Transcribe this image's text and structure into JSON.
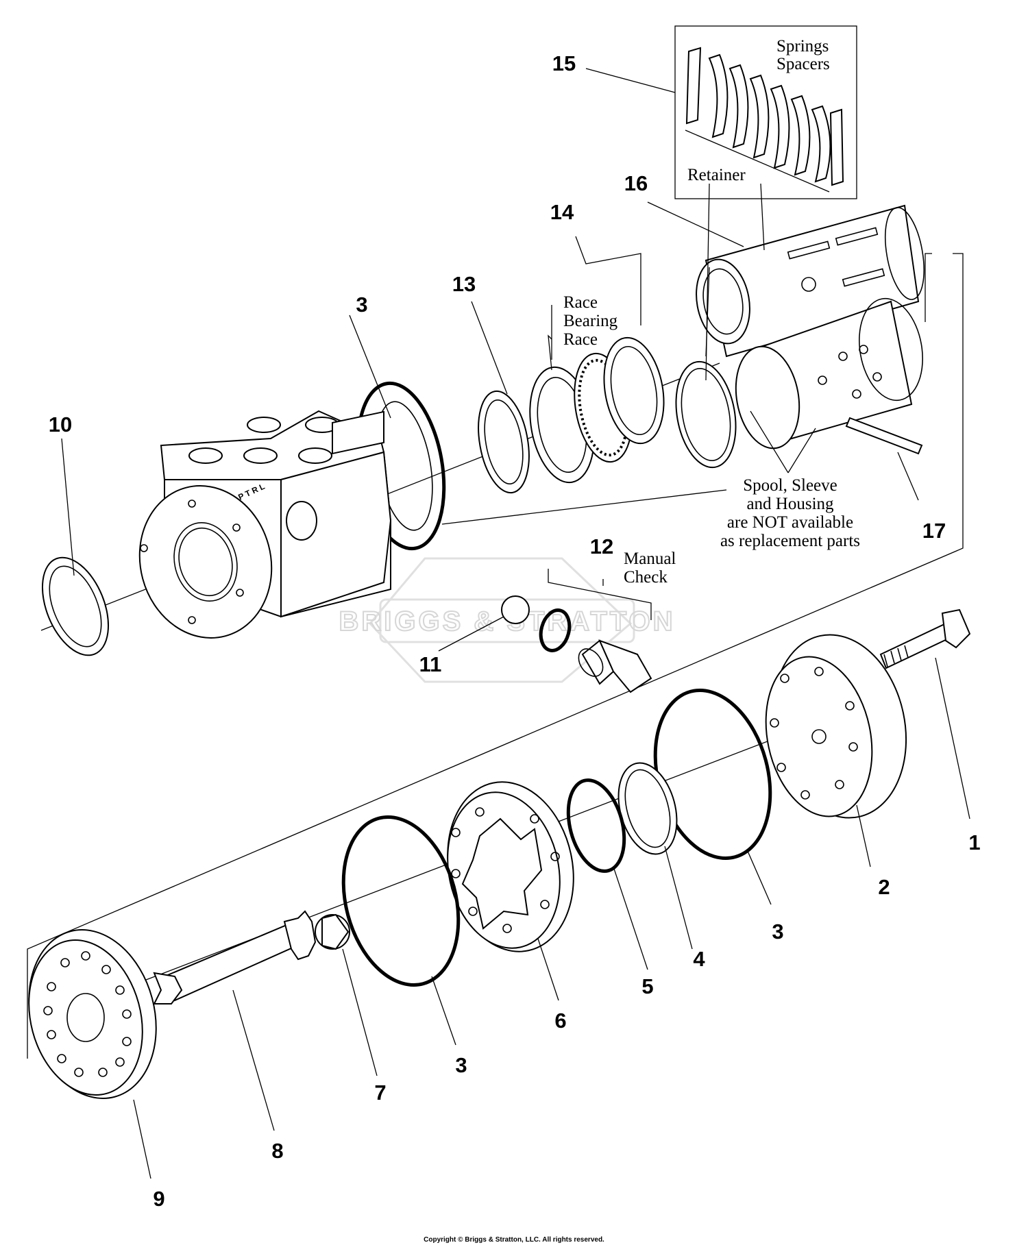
{
  "callouts": [
    "1",
    "2",
    "3",
    "3",
    "3",
    "3",
    "4",
    "5",
    "6",
    "7",
    "8",
    "9",
    "10",
    "11",
    "12",
    "13",
    "14",
    "15",
    "16",
    "17"
  ],
  "notes": {
    "springs": "Springs",
    "spacers": "Spacers",
    "retainer": "Retainer",
    "race_top": "Race",
    "bearing": "Bearing",
    "race_bottom": "Race",
    "manual": "Manual",
    "check": "Check",
    "spool_line1": "Spool, Sleeve",
    "spool_line2": "and Housing",
    "spool_line3": "are NOT available",
    "spool_line4": "as replacement parts"
  },
  "watermark": "BRIGGS & STRATTON",
  "copyright": "Copyright © Briggs & Stratton, LLC. All rights reserved."
}
